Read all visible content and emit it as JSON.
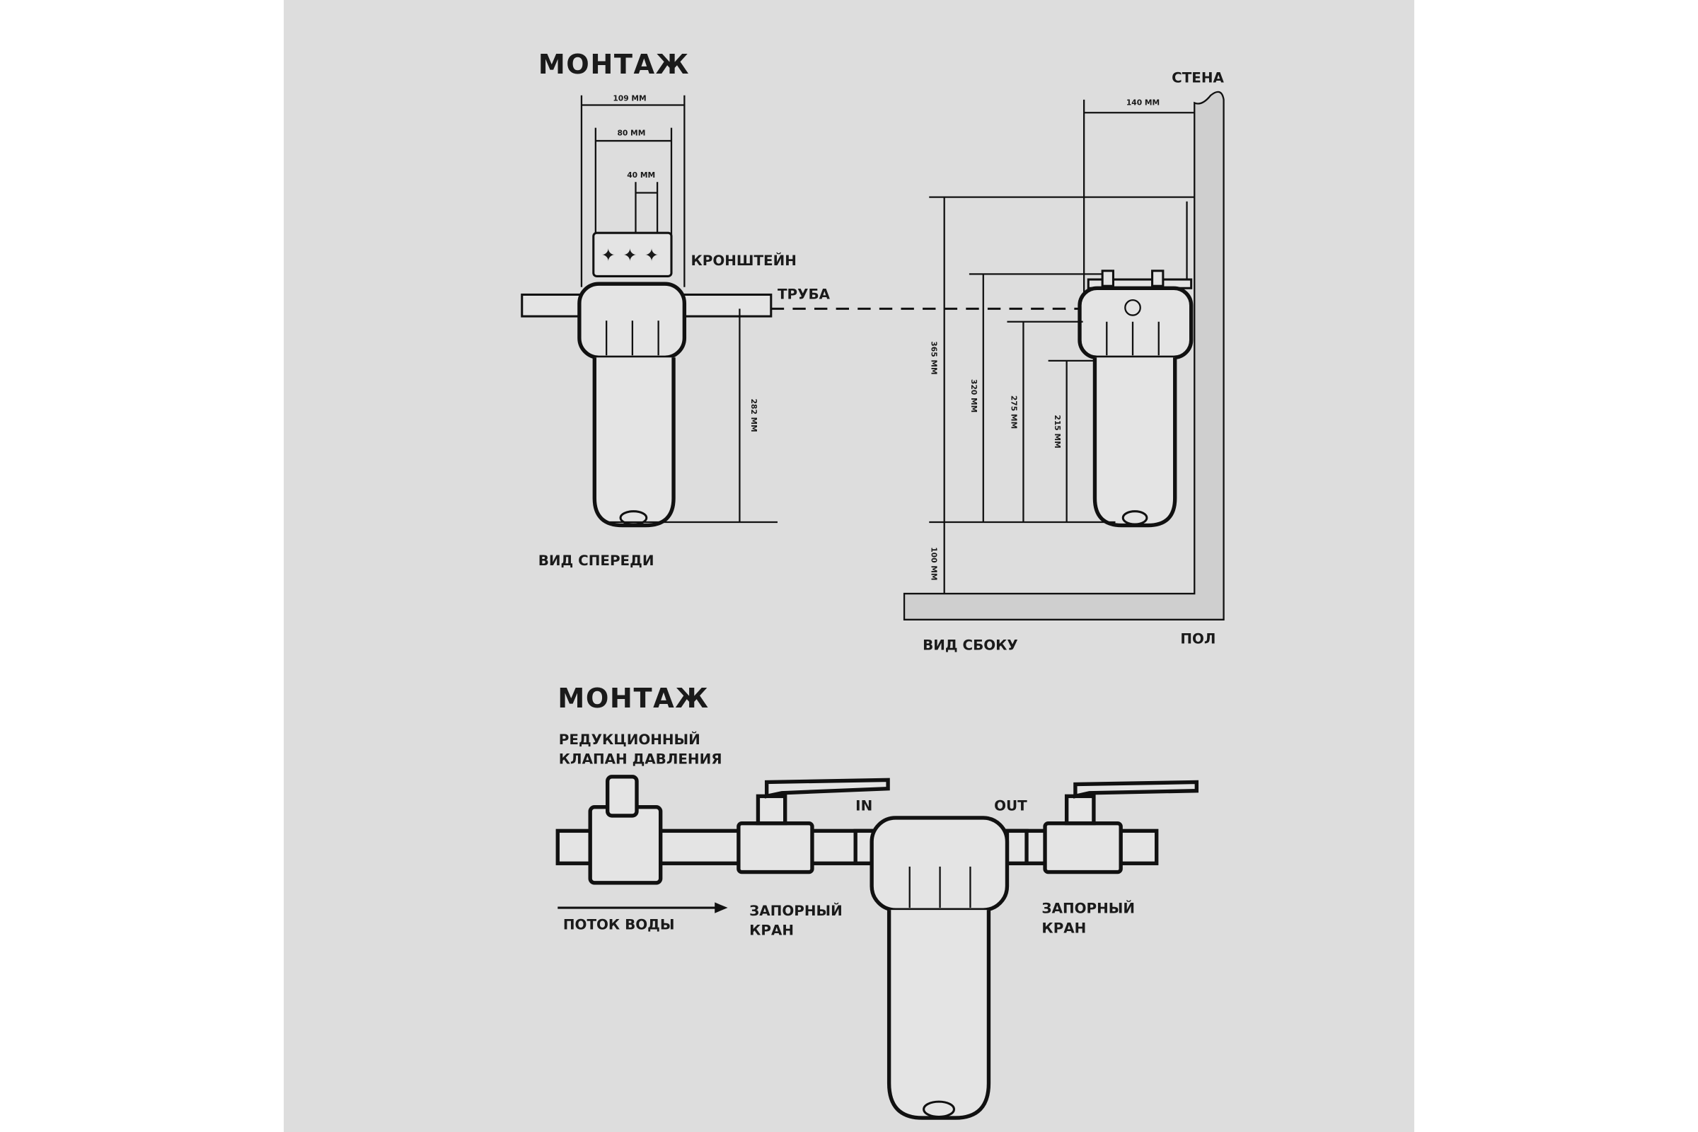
{
  "colors": {
    "page": "#dddddd",
    "ink": "#111111",
    "background": "#ffffff"
  },
  "top": {
    "title": "МОНТАЖ",
    "front": {
      "label": "ВИД СПЕРЕДИ",
      "bracket": "КРОНШТЕЙН",
      "pipe": "ТРУБА",
      "dims": {
        "width_total": "109 ММ",
        "width_bracket": "80 ММ",
        "hole_spacing": "40 ММ",
        "height_pipe": "282 ММ"
      }
    },
    "side": {
      "label": "ВИД СБОКУ",
      "wall": "СТЕНА",
      "floor": "ПОЛ",
      "dims": {
        "wall_offset": "140 ММ",
        "h365": "365 ММ",
        "h320": "320 ММ",
        "h275": "275 ММ",
        "h215": "215 ММ",
        "floor_gap": "100 ММ"
      }
    }
  },
  "bottom": {
    "title": "МОНТАЖ",
    "reducer_line1": "РЕДУКЦИОННЫЙ",
    "reducer_line2": "КЛАПАН ДАВЛЕНИЯ",
    "in": "IN",
    "out": "OUT",
    "flow": "ПОТОК ВОДЫ",
    "valve1_line1": "ЗАПОРНЫЙ",
    "valve1_line2": "КРАН",
    "valve2_line1": "ЗАПОРНЫЙ",
    "valve2_line2": "КРАН"
  }
}
